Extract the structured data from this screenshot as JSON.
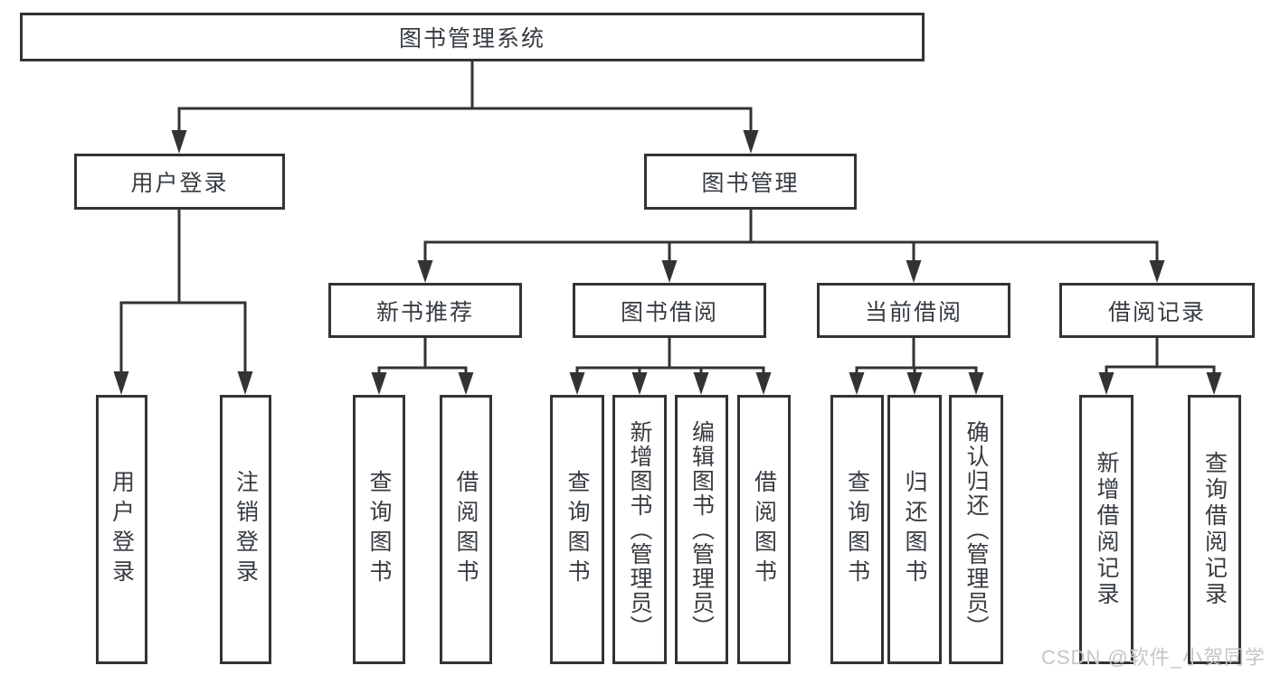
{
  "diagram": {
    "root": {
      "label": "图书管理系统"
    },
    "branches": [
      {
        "label": "用户登录",
        "children": [
          {
            "label": "用户登录"
          },
          {
            "label": "注销登录"
          }
        ]
      },
      {
        "label": "图书管理",
        "children": [
          {
            "label": "新书推荐",
            "children": [
              {
                "label": "查询图书"
              },
              {
                "label": "借阅图书"
              }
            ]
          },
          {
            "label": "图书借阅",
            "children": [
              {
                "label": "查询图书"
              },
              {
                "label": "新增图书（管理员）"
              },
              {
                "label": "编辑图书（管理员）"
              },
              {
                "label": "借阅图书"
              }
            ]
          },
          {
            "label": "当前借阅",
            "children": [
              {
                "label": "查询图书"
              },
              {
                "label": "归还图书"
              },
              {
                "label": "确认归还（管理员）"
              }
            ]
          },
          {
            "label": "借阅记录",
            "children": [
              {
                "label": "新增借阅记录"
              },
              {
                "label": "查询借阅记录"
              }
            ]
          }
        ]
      }
    ]
  },
  "watermark": {
    "text": "CSDN @软件_小贺同学",
    "color": "#c6c6c6"
  },
  "colors": {
    "line": "#333333",
    "text": "#373c42",
    "background": "#ffffff"
  }
}
